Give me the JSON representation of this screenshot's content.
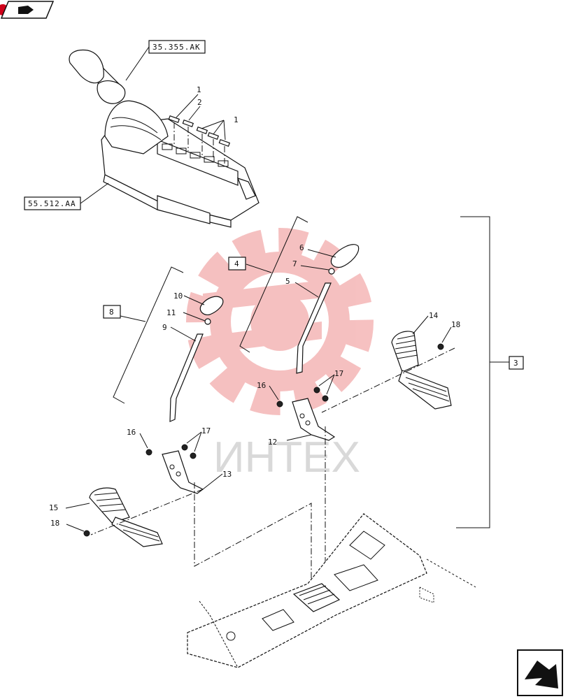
{
  "references": {
    "ref_top": "35.355.AK",
    "ref_left": "55.512.AA"
  },
  "callouts": {
    "c1a": "1",
    "c2": "2",
    "c1b": "1",
    "c3": "3",
    "c4": "4",
    "c5": "5",
    "c6": "6",
    "c7": "7",
    "c8": "8",
    "c9": "9",
    "c10": "10",
    "c11": "11",
    "c12": "12",
    "c13": "13",
    "c14": "14",
    "c15": "15",
    "c16a": "16",
    "c16b": "16",
    "c17a": "17",
    "c17b": "17",
    "c18a": "18",
    "c18b": "18"
  },
  "watermark": {
    "text": "ИНТЕХ",
    "color": "#f4b6b6"
  },
  "icons": {
    "top_left": "book-arrow-icon",
    "bottom_right": "next-page-arrow-icon"
  },
  "colors": {
    "ink": "#111111",
    "watermark_red": "#f4b6b6",
    "corner_badge": "#d0021b"
  }
}
